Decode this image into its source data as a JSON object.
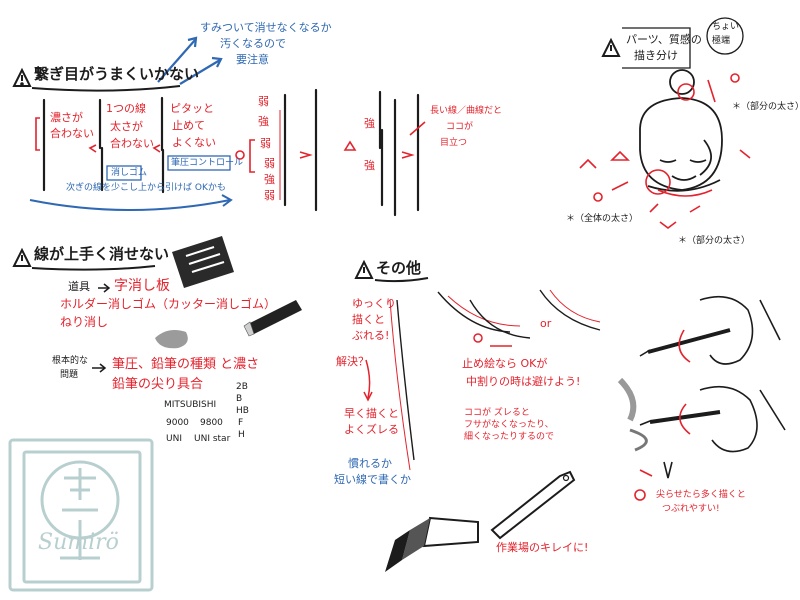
{
  "sections": {
    "joins": {
      "title": "繋ぎ目がうまくいかない",
      "blue_note": [
        "すみついて消せなくなるか",
        "汚くなるので",
        "要注意"
      ],
      "labels": {
        "thickness_mismatch": [
          "濃さが",
          "合わない"
        ],
        "line_thickness": [
          "1つの線",
          "太さが",
          "合わない"
        ],
        "erase": "消しゴム",
        "stop_sharp": [
          "ピタッと",
          "止めて",
          "よくない"
        ],
        "pressure_control": "筆圧コントロール",
        "weak1": "弱",
        "strong1": "強",
        "weak2": "弱",
        "weak3": "弱",
        "strong2": "強",
        "weak4": "弱",
        "strong3": "強",
        "strong4": "強",
        "long_lines": [
          "長い線／曲線だと",
          "ココが",
          "目立つ"
        ]
      },
      "bottom_note": "次ぎの線を少こし上から引けば OKかも"
    },
    "erase": {
      "title": "線が上手く消せない",
      "tools_label": "道具",
      "tool1": "字消し板",
      "tool2": "ホルダー消しゴム（カッター消しゴム）",
      "tool3": "ねり消し",
      "root_label": [
        "根本的な",
        "問題"
      ],
      "root1": "筆圧、鉛筆の種類 と濃さ",
      "root2": "鉛筆の尖り具合",
      "pencils": [
        [
          "MITSUBISHI",
          "2B"
        ],
        [
          "",
          "B"
        ],
        [
          "9000",
          "9800",
          "HB"
        ],
        [
          "",
          "F"
        ],
        [
          "UNI",
          "UNI star",
          "H"
        ]
      ]
    },
    "parts": {
      "title": [
        "パーツ、質感の",
        "描き分け"
      ],
      "badge": [
        "ちょい",
        "極端"
      ],
      "note1": "＊（部分の太さ）",
      "note2": "＊（全体の太さ）",
      "note3": "＊（部分の太さ）"
    },
    "other": {
      "title": "その他",
      "slow": [
        "ゆっくり",
        "描くと",
        "ぶれる!"
      ],
      "solution": "解決？",
      "fast": [
        "早く描くと",
        "よくズレる"
      ],
      "practice": [
        "慣れるか",
        "短い線で書くか"
      ],
      "or": "or",
      "stop_ok": [
        "止め絵なら OKが",
        "中割りの時は避けよう!"
      ],
      "shift_note": [
        "ココが ズレると",
        "フサがなくなったり、",
        "細くなったりするので"
      ],
      "clean_workspace": "作業場のキレイに!",
      "trembling": [
        "尖らせたら多く描くと",
        "つぶれやすい!"
      ]
    }
  },
  "logo_text": "Sumirö",
  "colors": {
    "red": "#e3232d",
    "blue": "#2f68b3",
    "black": "#1c1c1c",
    "logo": "#b8cfd0"
  }
}
